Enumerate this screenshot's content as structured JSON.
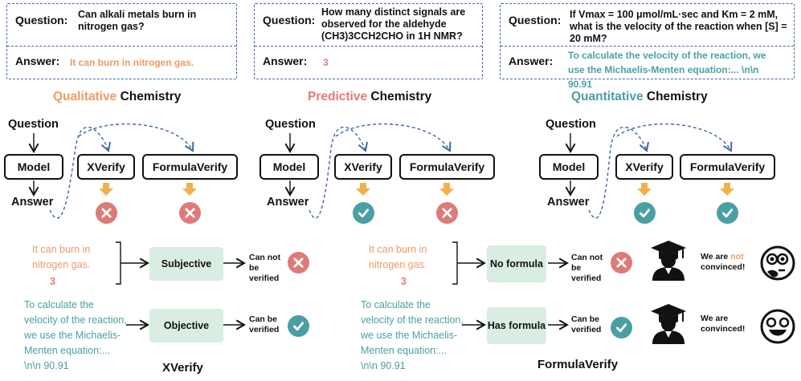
{
  "panels": [
    {
      "question_label": "Question:",
      "question": "Can alkali metals burn in nitrogen gas?",
      "answer_label": "Answer:",
      "answer": "It can burn in nitrogen gas.",
      "title_colored": "Qualitative",
      "title_rest": "Chemistry"
    },
    {
      "question_label": "Question:",
      "question": "How many distinct signals are observed for the aldehyde (CH3)3CCH2CHO in 1H NMR?",
      "answer_label": "Answer:",
      "answer": "3",
      "title_colored": "Predictive",
      "title_rest": "Chemistry"
    },
    {
      "question_label": "Question:",
      "question": "If Vmax = 100 μmol/mL·sec and Km = 2 mM, what is the velocity of the reaction when [S] = 20 mM?",
      "answer_label": "Answer:",
      "answer": "To calculate the velocity of the reaction, we use the Michaelis-Menten equation:... \\n\\n 90.91",
      "title_colored": "Quantitative",
      "title_rest": "Chemistry"
    }
  ],
  "flow": {
    "question": "Question",
    "model": "Model",
    "answer": "Answer",
    "xverify": "XVerify",
    "formulaverify": "FormulaVerify"
  },
  "results": [
    {
      "xverify": "wrong",
      "formulaverify": "wrong"
    },
    {
      "xverify": "correct",
      "formulaverify": "wrong"
    },
    {
      "xverify": "correct",
      "formulaverify": "correct"
    }
  ],
  "xverify_example": {
    "sample1": "It can burn in nitrogen gas.",
    "sample2": "3",
    "sample3": "To calculate the velocity of the reaction, we use the Michaelis-Menten equation:... \\n\\n 90.91",
    "subjective": "Subjective",
    "objective": "Objective",
    "cannot": "Can not be verified",
    "can": "Can be verified",
    "title": "XVerify"
  },
  "formula_example": {
    "sample1": "It can burn in nitrogen gas.",
    "sample2": "3",
    "sample3": "To calculate the velocity of the reaction, we use the Michaelis-Menten equation:... \\n\\n 90.91",
    "noformula": "No formula",
    "hasformula": "Has formula",
    "cannot": "Can not be verified",
    "can": "Can be verified",
    "title": "FormulaVerify",
    "notconvinced_pre": "We are",
    "notconvinced_not": "not",
    "notconvinced_post": "convinced!",
    "convinced": "We are convinced!"
  },
  "colors": {
    "orange": "#ef9a63",
    "pink": "#e37b77",
    "teal": "#4a9fa3",
    "red_mark": "#dc7b78",
    "green_box": "#d9ede3",
    "down_arrow": "#f1b04c",
    "dashed_border": "#3f66a8"
  }
}
